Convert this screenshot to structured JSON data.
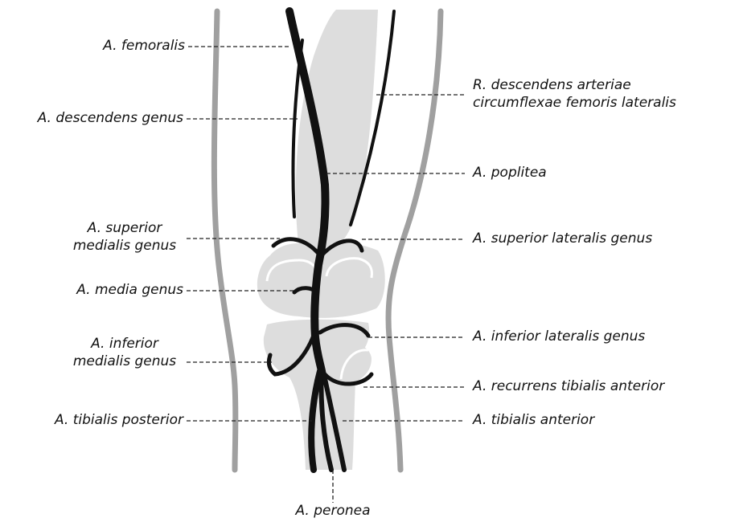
{
  "labels": {
    "femoralis": "A. femoralis",
    "descendens_genus": "A. descendens genus",
    "superior_medialis_1": "A. superior",
    "superior_medialis_2": "medialis genus",
    "media_genus": "A. media genus",
    "inferior_medialis_1": "A. inferior",
    "inferior_medialis_2": "medialis genus",
    "tibialis_posterior": "A. tibialis posterior",
    "r_descendens_1": "R. descendens arteriae",
    "r_descendens_2": "circumflexae femoris lateralis",
    "poplitea": "A. poplitea",
    "superior_lateralis": "A. superior lateralis genus",
    "inferior_lateralis": "A. inferior lateralis genus",
    "recurrens_tibialis": "A. recurrens tibialis anterior",
    "tibialis_anterior": "A. tibialis anterior",
    "peronea": "A. peronea"
  },
  "colors": {
    "bone": "#dddddd",
    "skin_outline": "#9a9a9a",
    "artery": "#111111",
    "leader": "#222222",
    "text": "#111111"
  }
}
